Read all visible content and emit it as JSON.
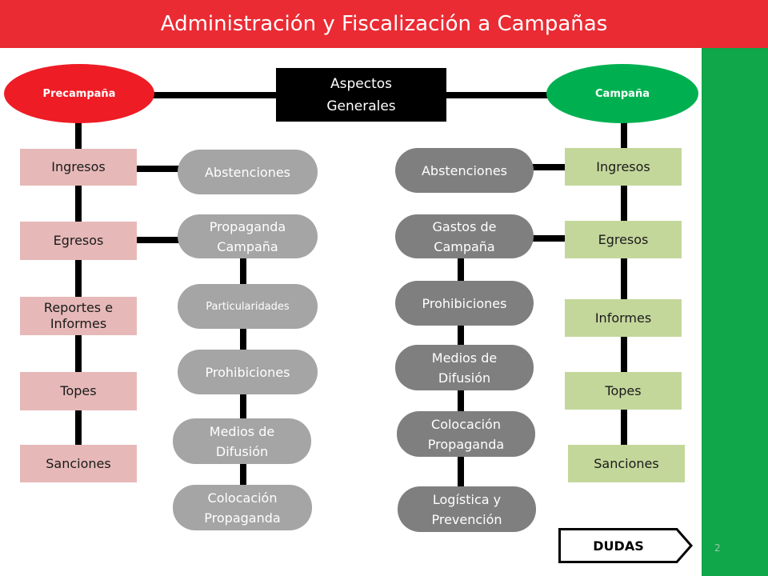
{
  "title": "Administración y Fiscalización a Campañas",
  "precampana": "Precampaña",
  "campana": "Campaña",
  "aspectos": [
    "Aspectos",
    "Generales"
  ],
  "left_col": [
    "Ingresos",
    "Egresos",
    "Reportes e",
    "Informes",
    "Topes",
    "Sanciones"
  ],
  "left_pills": [
    "Abstenciones",
    "Propaganda",
    "Campaña",
    "Particularidades",
    "Prohibiciones",
    "Medios de",
    "Difusión",
    "Colocación",
    "Propaganda"
  ],
  "right_pills": [
    "Abstenciones",
    "Gastos de",
    "Campaña",
    "Prohibiciones",
    "Medios de",
    "Difusión",
    "Colocación",
    "Propaganda",
    "Logística y",
    "Prevención"
  ],
  "right_col": [
    "Ingresos",
    "Egresos",
    "Informes",
    "Topes",
    "Sanciones"
  ],
  "dudas": "DUDAS",
  "page_number": "2",
  "colors": {
    "red": "#ea2b33",
    "green": "#10a64a",
    "oval_red": "#ee1c25",
    "oval_green": "#00b050",
    "pink": "#e6b9b8",
    "light_green": "#c4d79b",
    "grey_light": "#a5a5a5",
    "grey_dark": "#7f7f7f"
  }
}
